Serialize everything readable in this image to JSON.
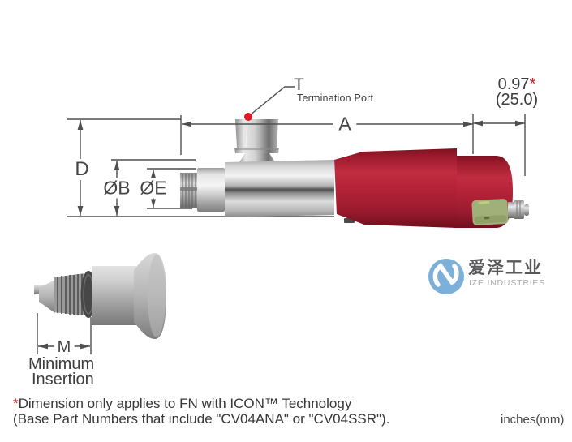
{
  "diagram": {
    "dims": {
      "t": "T",
      "termination_port": "Termination Port",
      "a": "A",
      "overall_in": "0.97",
      "star": "*",
      "overall_mm": "(25.0)",
      "d": "D",
      "diameter_b": "ØB",
      "diameter_e": "ØE",
      "m": "M",
      "minimum": "Minimum",
      "insertion": "Insertion"
    }
  },
  "footnote": {
    "star": "*",
    "line1": "Dimension only applies to FN with ICON™ Technology",
    "line2": "(Base Part Numbers that include \"CV04ANA\" or \"CV04SSR\")."
  },
  "units_note": "inches(mm)",
  "logo": {
    "cn": "爱泽工业",
    "en": "IZE INDUSTRIES"
  },
  "colors": {
    "accent_red": "#e0181f",
    "body_red": "#b02135",
    "label_green": "#9fb078",
    "logo_blue": "#7cb0d9",
    "line_gray": "#4f4f4f"
  }
}
